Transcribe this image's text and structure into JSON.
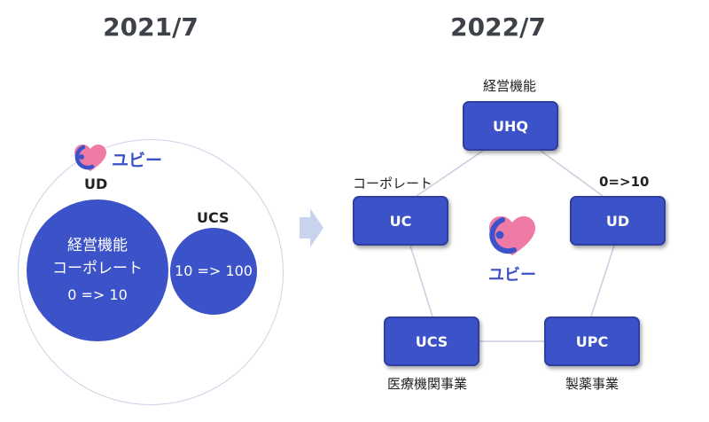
{
  "before": {
    "year": "2021/7",
    "logo_text": "ユビー",
    "ud_label": "UD",
    "ucs_label": "UCS",
    "ud_circle": {
      "line1": "経営機能",
      "line2": "コーポレート",
      "line3": "0 => 10"
    },
    "ucs_circle": {
      "line1": "10 => 100"
    }
  },
  "after": {
    "year": "2022/7",
    "logo_text": "ユビー",
    "nodes": {
      "uhq": {
        "label": "UHQ",
        "caption": "経営機能"
      },
      "uc": {
        "label": "UC",
        "caption": "コーポレート"
      },
      "ud": {
        "label": "UD",
        "caption": "0=>10"
      },
      "ucs": {
        "label": "UCS",
        "caption": "医療機関事業"
      },
      "upc": {
        "label": "UPC",
        "caption": "製薬事業"
      }
    }
  },
  "colors": {
    "node_fill": "#3b52c8",
    "ring": "#cdd2e6",
    "edge": "#c9cde0",
    "arrow": "#c8d3ee",
    "logo_blue": "#3b52c8",
    "logo_pink": "#f07aa6"
  }
}
